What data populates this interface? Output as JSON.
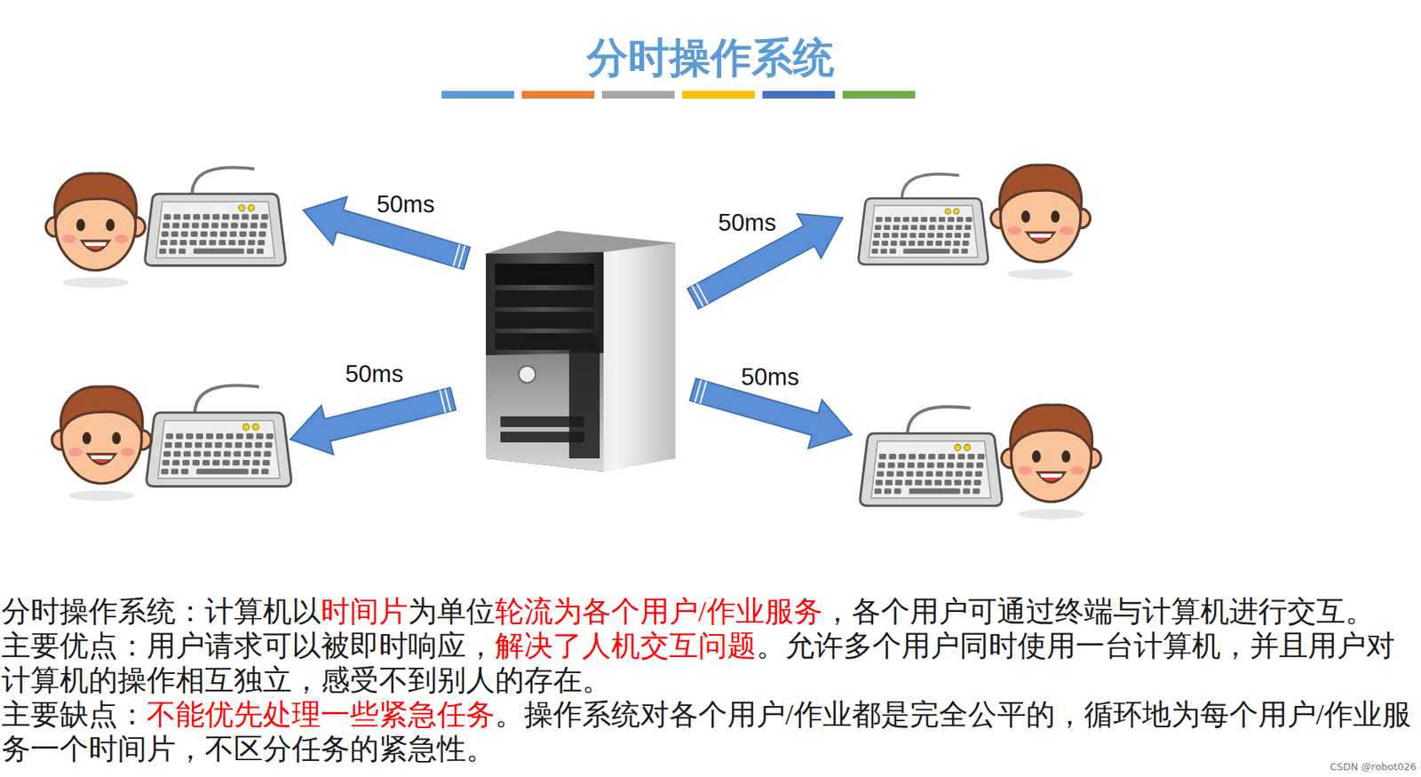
{
  "diagram": {
    "title": "分时操作系统",
    "labels": [
      "50ms",
      "50ms",
      "50ms",
      "50ms",
      "分时操作系统：计算机以",
      "时间片",
      "为单位",
      "轮流为各个用户/作业服务",
      "，各个用户可通过终端与计算机进行交互。",
      "主要优点：用户请求可以被即时响应，",
      "解决了人机交互问题",
      "。允许多个用户同时使用一台计算机，并且用户对计算机的操作相互独立，感受不到别人的存在。",
      "主要缺点：",
      "不能优先处理一些紧急任务",
      "。操作系统对各个用户/作业都是完全公平的，循环地为每个用户/作业服务一个时间片，不区分任务的紧急性。",
      "CSDN @robot026"
    ]
  }
}
